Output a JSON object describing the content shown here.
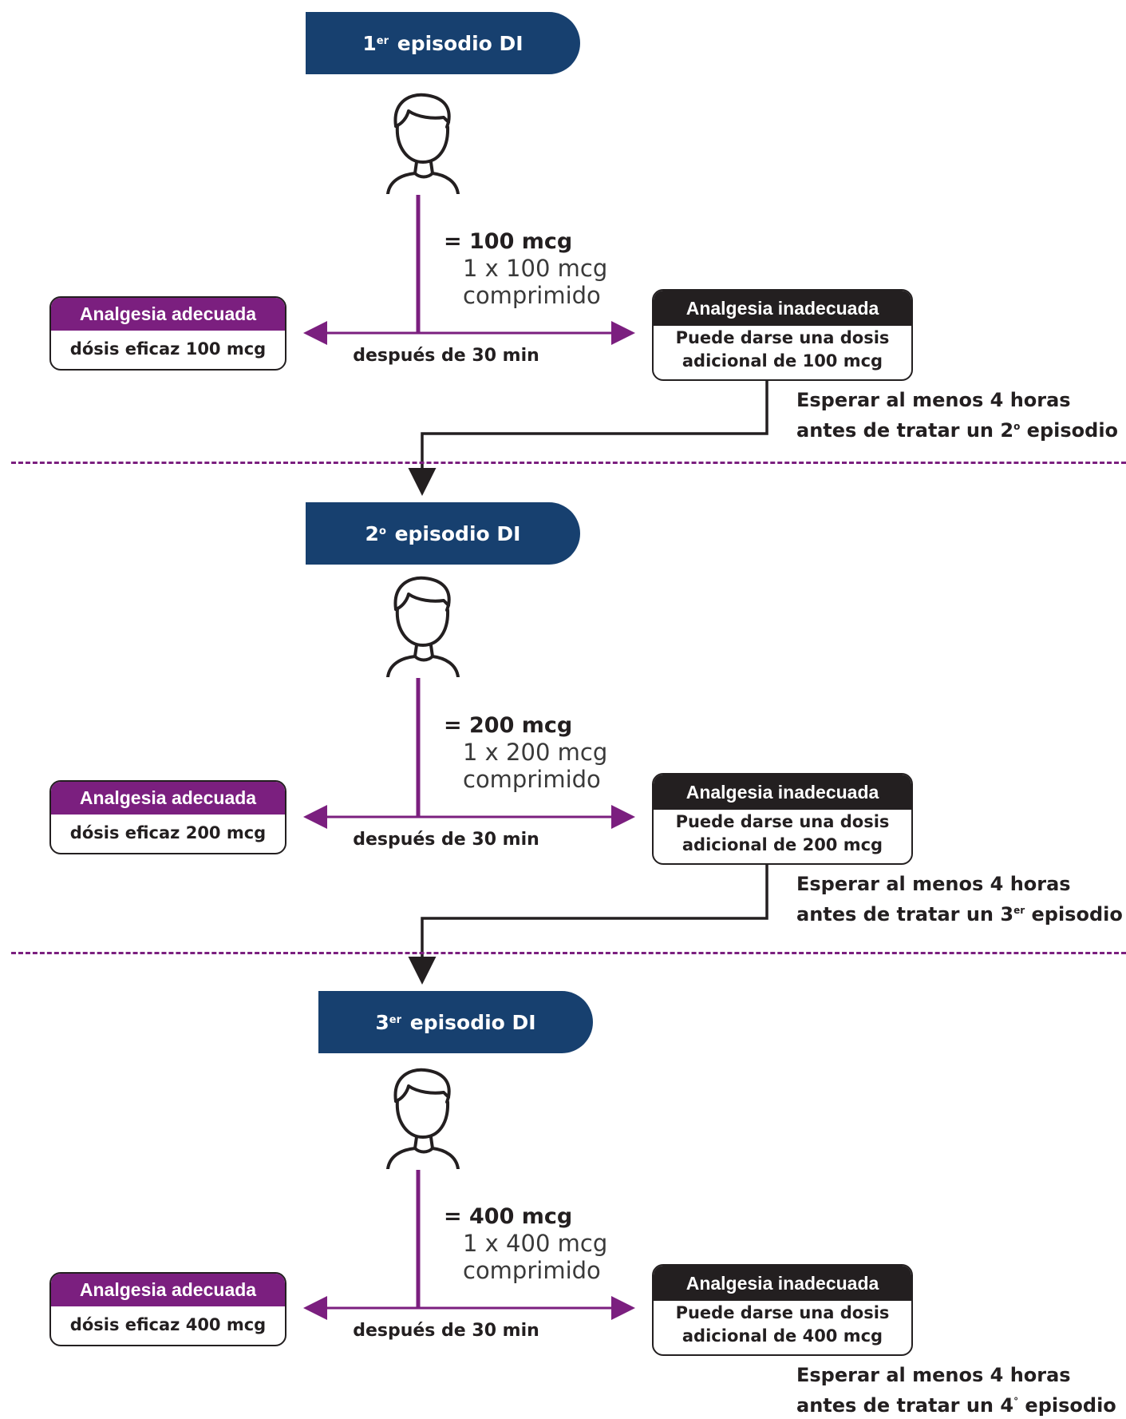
{
  "colors": {
    "episode_header": "#17406f",
    "adequate_header": "#7b1f7f",
    "inadequate_header": "#231f20",
    "connector_line": "#7b1f7f",
    "divider": "#7b1f7f",
    "flow_arrow": "#231f20"
  },
  "icons": {
    "patient": "person-outline-icon"
  },
  "episodes": [
    {
      "header_prefix": "1",
      "header_sup": "er",
      "header_suffix": " episodio DI",
      "dose_total": "= 100 mcg",
      "dose_tablet_line1": "1 x 100 mcg",
      "dose_tablet_line2": "comprimido",
      "time_label": "después de 30 min",
      "adequate": {
        "title": "Analgesia adecuada",
        "text": "dósis eficaz 100 mcg"
      },
      "inadequate": {
        "title": "Analgesia inadecuada",
        "line1": "Puede darse una dosis",
        "line2": "adicional de 100 mcg"
      },
      "wait_line1": "Esperar al menos 4 horas",
      "wait_line2_prefix": "antes de tratar un 2",
      "wait_line2_sup": "o",
      "wait_line2_suffix": " episodio"
    },
    {
      "header_prefix": "2",
      "header_sup": "o",
      "header_suffix": " episodio DI",
      "dose_total": "= 200 mcg",
      "dose_tablet_line1": "1 x 200 mcg",
      "dose_tablet_line2": "comprimido",
      "time_label": "después de 30 min",
      "adequate": {
        "title": "Analgesia adecuada",
        "text": "dósis eficaz 200 mcg"
      },
      "inadequate": {
        "title": "Analgesia inadecuada",
        "line1": "Puede darse una dosis",
        "line2": "adicional de 200 mcg"
      },
      "wait_line1": "Esperar al menos 4 horas",
      "wait_line2_prefix": "antes de tratar un 3",
      "wait_line2_sup": "er",
      "wait_line2_suffix": " episodio"
    },
    {
      "header_prefix": "3",
      "header_sup": "er",
      "header_suffix": " episodio DI",
      "dose_total": "= 400 mcg",
      "dose_tablet_line1": "1 x 400 mcg",
      "dose_tablet_line2": "comprimido",
      "time_label": "después de 30 min",
      "adequate": {
        "title": "Analgesia adecuada",
        "text": "dósis eficaz 400 mcg"
      },
      "inadequate": {
        "title": "Analgesia inadecuada",
        "line1": "Puede darse una dosis",
        "line2": "adicional de 400 mcg"
      },
      "wait_line1": "Esperar al menos 4 horas",
      "wait_line2_prefix": "antes de tratar un 4",
      "wait_line2_sup": "°",
      "wait_line2_suffix": " episodio"
    }
  ]
}
